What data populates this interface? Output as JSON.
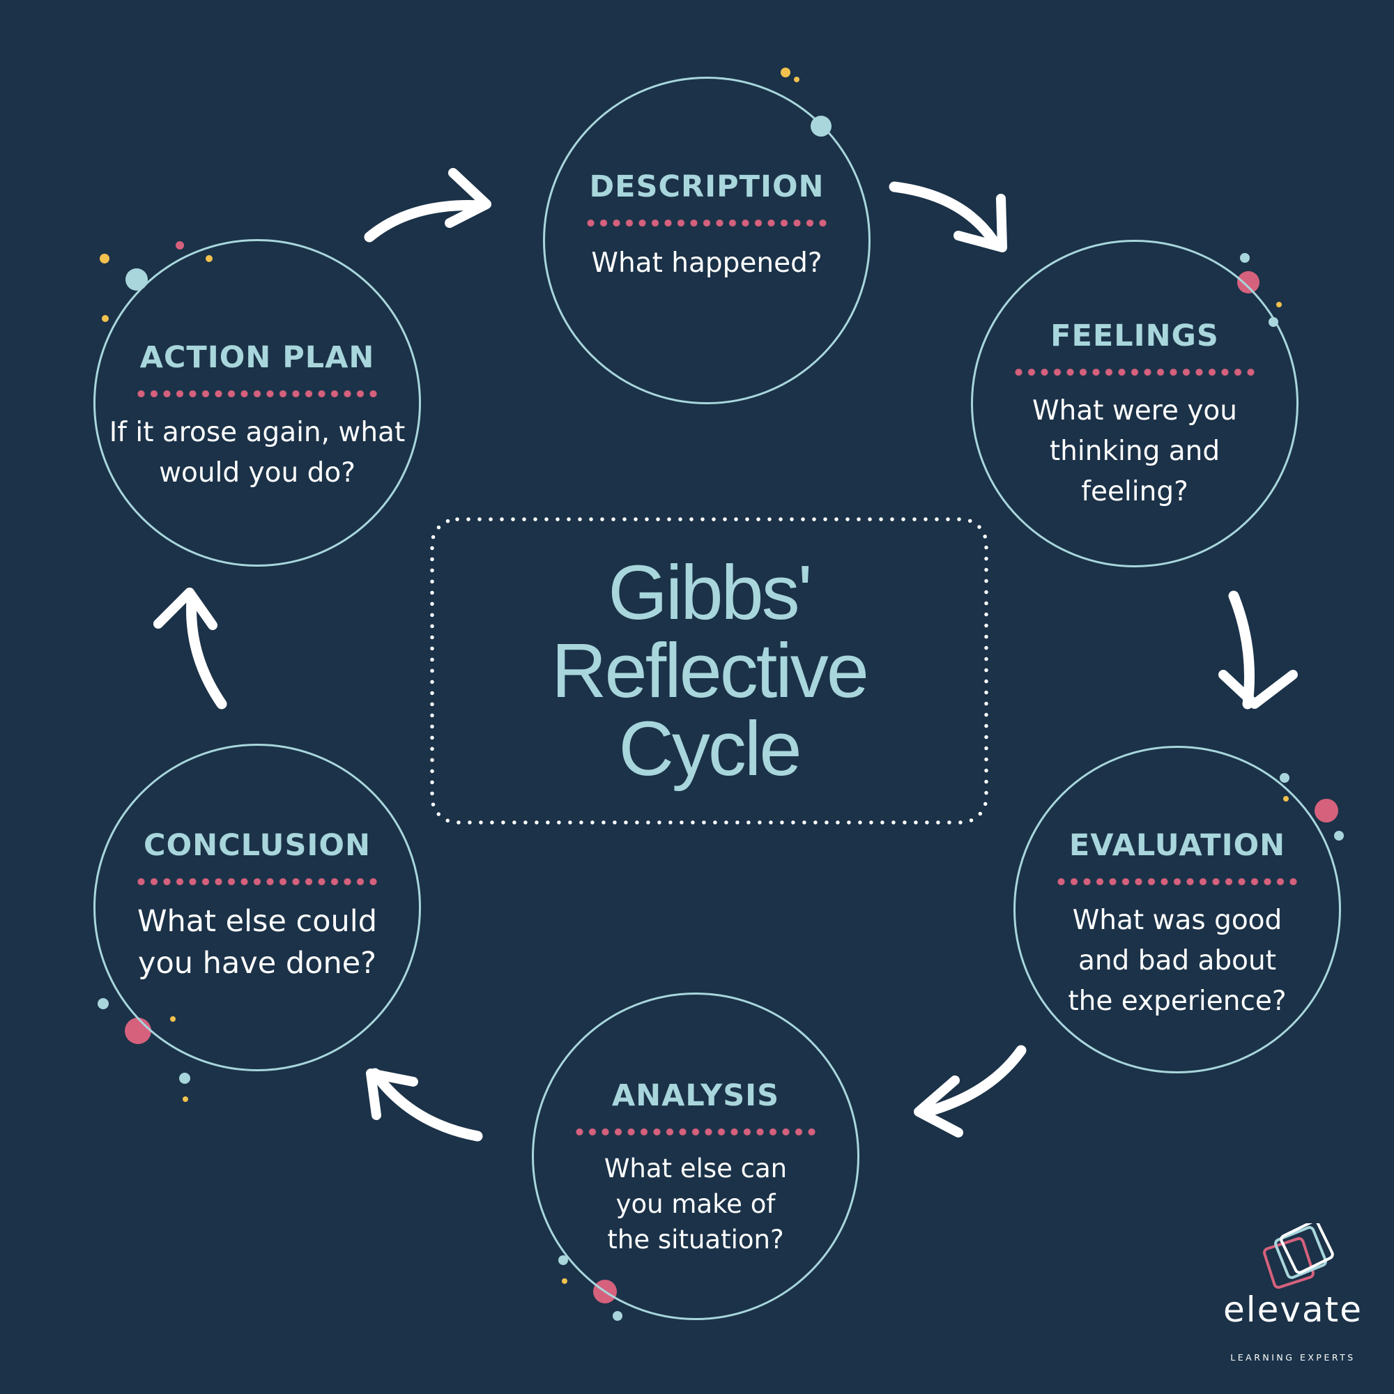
{
  "title": "Gibbs' Reflective Cycle",
  "title_lines": "Gibbs'\nReflective\nCycle",
  "stages": [
    {
      "id": "description",
      "title": "DESCRIPTION",
      "question": "What happened?"
    },
    {
      "id": "feelings",
      "title": "FEELINGS",
      "question": "What were you thinking and feeling?"
    },
    {
      "id": "evaluation",
      "title": "EVALUATION",
      "question": "What was good and bad about the experience?"
    },
    {
      "id": "analysis",
      "title": "ANALYSIS",
      "question": "What else can you make of the situation?"
    },
    {
      "id": "conclusion",
      "title": "CONCLUSION",
      "question": "What else could you have done?"
    },
    {
      "id": "action-plan",
      "title": "ACTION PLAN",
      "question": "If it arose again, what would you do?"
    }
  ],
  "flow": [
    "description",
    "feelings",
    "evaluation",
    "analysis",
    "conclusion",
    "action-plan",
    "description"
  ],
  "brand": {
    "name": "elevate",
    "tagline": "LEARNING EXPERTS"
  },
  "colors": {
    "background": "#1b3248",
    "accent_light_blue": "#a8d6dc",
    "accent_pink": "#d6617d",
    "accent_yellow": "#f2c14e",
    "text_white": "#ffffff"
  }
}
